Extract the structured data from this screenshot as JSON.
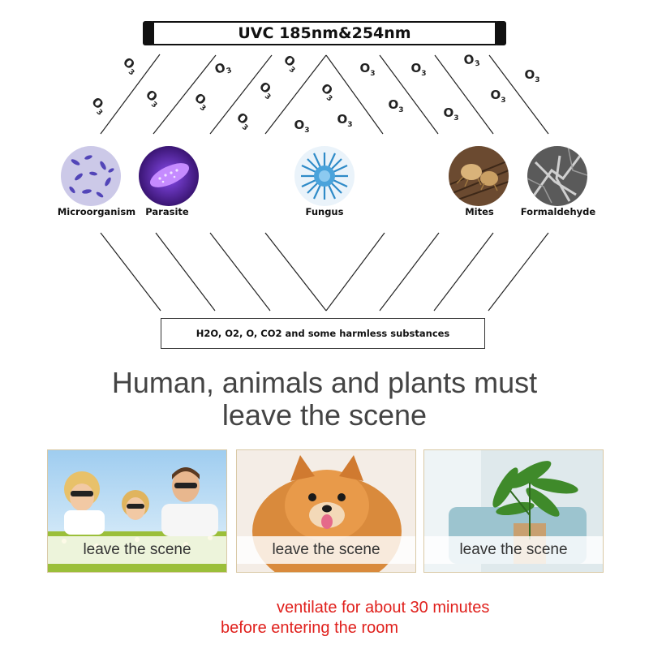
{
  "lamp": {
    "label": "UVC 185nm&254nm"
  },
  "ozone": {
    "symbol": "O",
    "subscript": "3"
  },
  "targets": [
    {
      "label": "Microorganism",
      "icon": "microorganism-icon"
    },
    {
      "label": "Parasite",
      "icon": "parasite-icon"
    },
    {
      "label": "Fungus",
      "icon": "fungus-icon"
    },
    {
      "label": "Mites",
      "icon": "mites-icon"
    },
    {
      "label": "Formaldehyde",
      "icon": "formaldehyde-icon"
    }
  ],
  "result": {
    "label": "H2O, O2, O, CO2 and some harmless substances"
  },
  "headline": {
    "line1": "Human, animals and plants must",
    "line2": "leave the scene"
  },
  "photos": [
    {
      "caption": "leave the scene",
      "subject": "family-photo"
    },
    {
      "caption": "leave the scene",
      "subject": "dog-photo"
    },
    {
      "caption": "leave the scene",
      "subject": "plant-photo"
    }
  ],
  "warning": {
    "line1": "ventilate for about 30 minutes",
    "line2": "before entering the room"
  },
  "colors": {
    "warning": "#e0201c",
    "headline": "#444444",
    "line": "#222222"
  }
}
